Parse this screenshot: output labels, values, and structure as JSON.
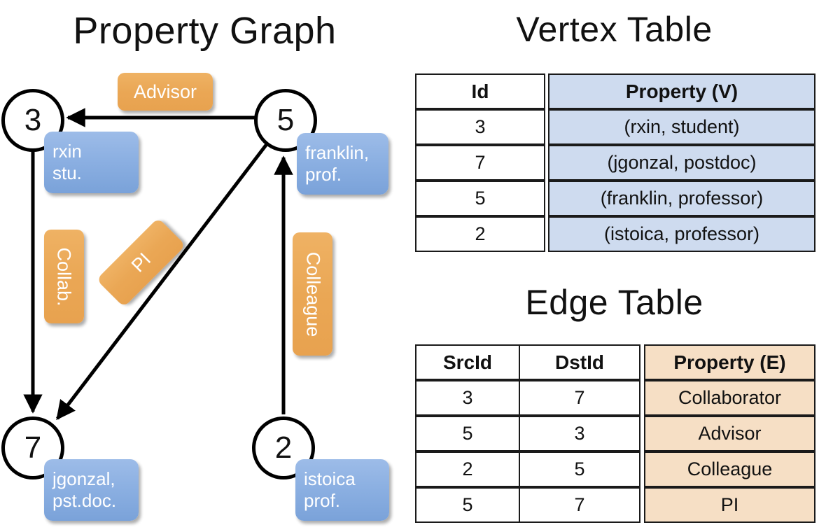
{
  "titles": {
    "property_graph": "Property Graph",
    "vertex_table": "Vertex Table",
    "edge_table": "Edge Table"
  },
  "colors": {
    "vertex_box_fill": "#8cb0e2",
    "edge_box_fill": "#eaa755",
    "vertex_table_highlight": "#cedbef",
    "edge_table_highlight": "#f6dfc5",
    "stroke": "#000000",
    "background": "#ffffff"
  },
  "graph": {
    "nodes": [
      {
        "id": "3",
        "label": "3",
        "prop_lines": [
          "rxin",
          "stu."
        ]
      },
      {
        "id": "5",
        "label": "5",
        "prop_lines": [
          "franklin,",
          "prof."
        ]
      },
      {
        "id": "7",
        "label": "7",
        "prop_lines": [
          "jgonzal,",
          "pst.doc."
        ]
      },
      {
        "id": "2",
        "label": "2",
        "prop_lines": [
          "istoica",
          "prof."
        ]
      }
    ],
    "edges": [
      {
        "src": "5",
        "dst": "3",
        "label": "Advisor"
      },
      {
        "src": "3",
        "dst": "7",
        "label": "Collab."
      },
      {
        "src": "5",
        "dst": "7",
        "label": "PI"
      },
      {
        "src": "2",
        "dst": "5",
        "label": "Colleague"
      }
    ]
  },
  "vertex_table": {
    "headers": [
      "Id",
      "Property (V)"
    ],
    "rows": [
      {
        "id": "3",
        "property": "(rxin, student)"
      },
      {
        "id": "7",
        "property": "(jgonzal, postdoc)"
      },
      {
        "id": "5",
        "property": "(franklin, professor)"
      },
      {
        "id": "2",
        "property": "(istoica, professor)"
      }
    ]
  },
  "edge_table": {
    "headers": [
      "SrcId",
      "DstId",
      "Property (E)"
    ],
    "rows": [
      {
        "src": "3",
        "dst": "7",
        "property": "Collaborator"
      },
      {
        "src": "5",
        "dst": "3",
        "property": "Advisor"
      },
      {
        "src": "2",
        "dst": "5",
        "property": "Colleague"
      },
      {
        "src": "5",
        "dst": "7",
        "property": "PI"
      }
    ]
  }
}
